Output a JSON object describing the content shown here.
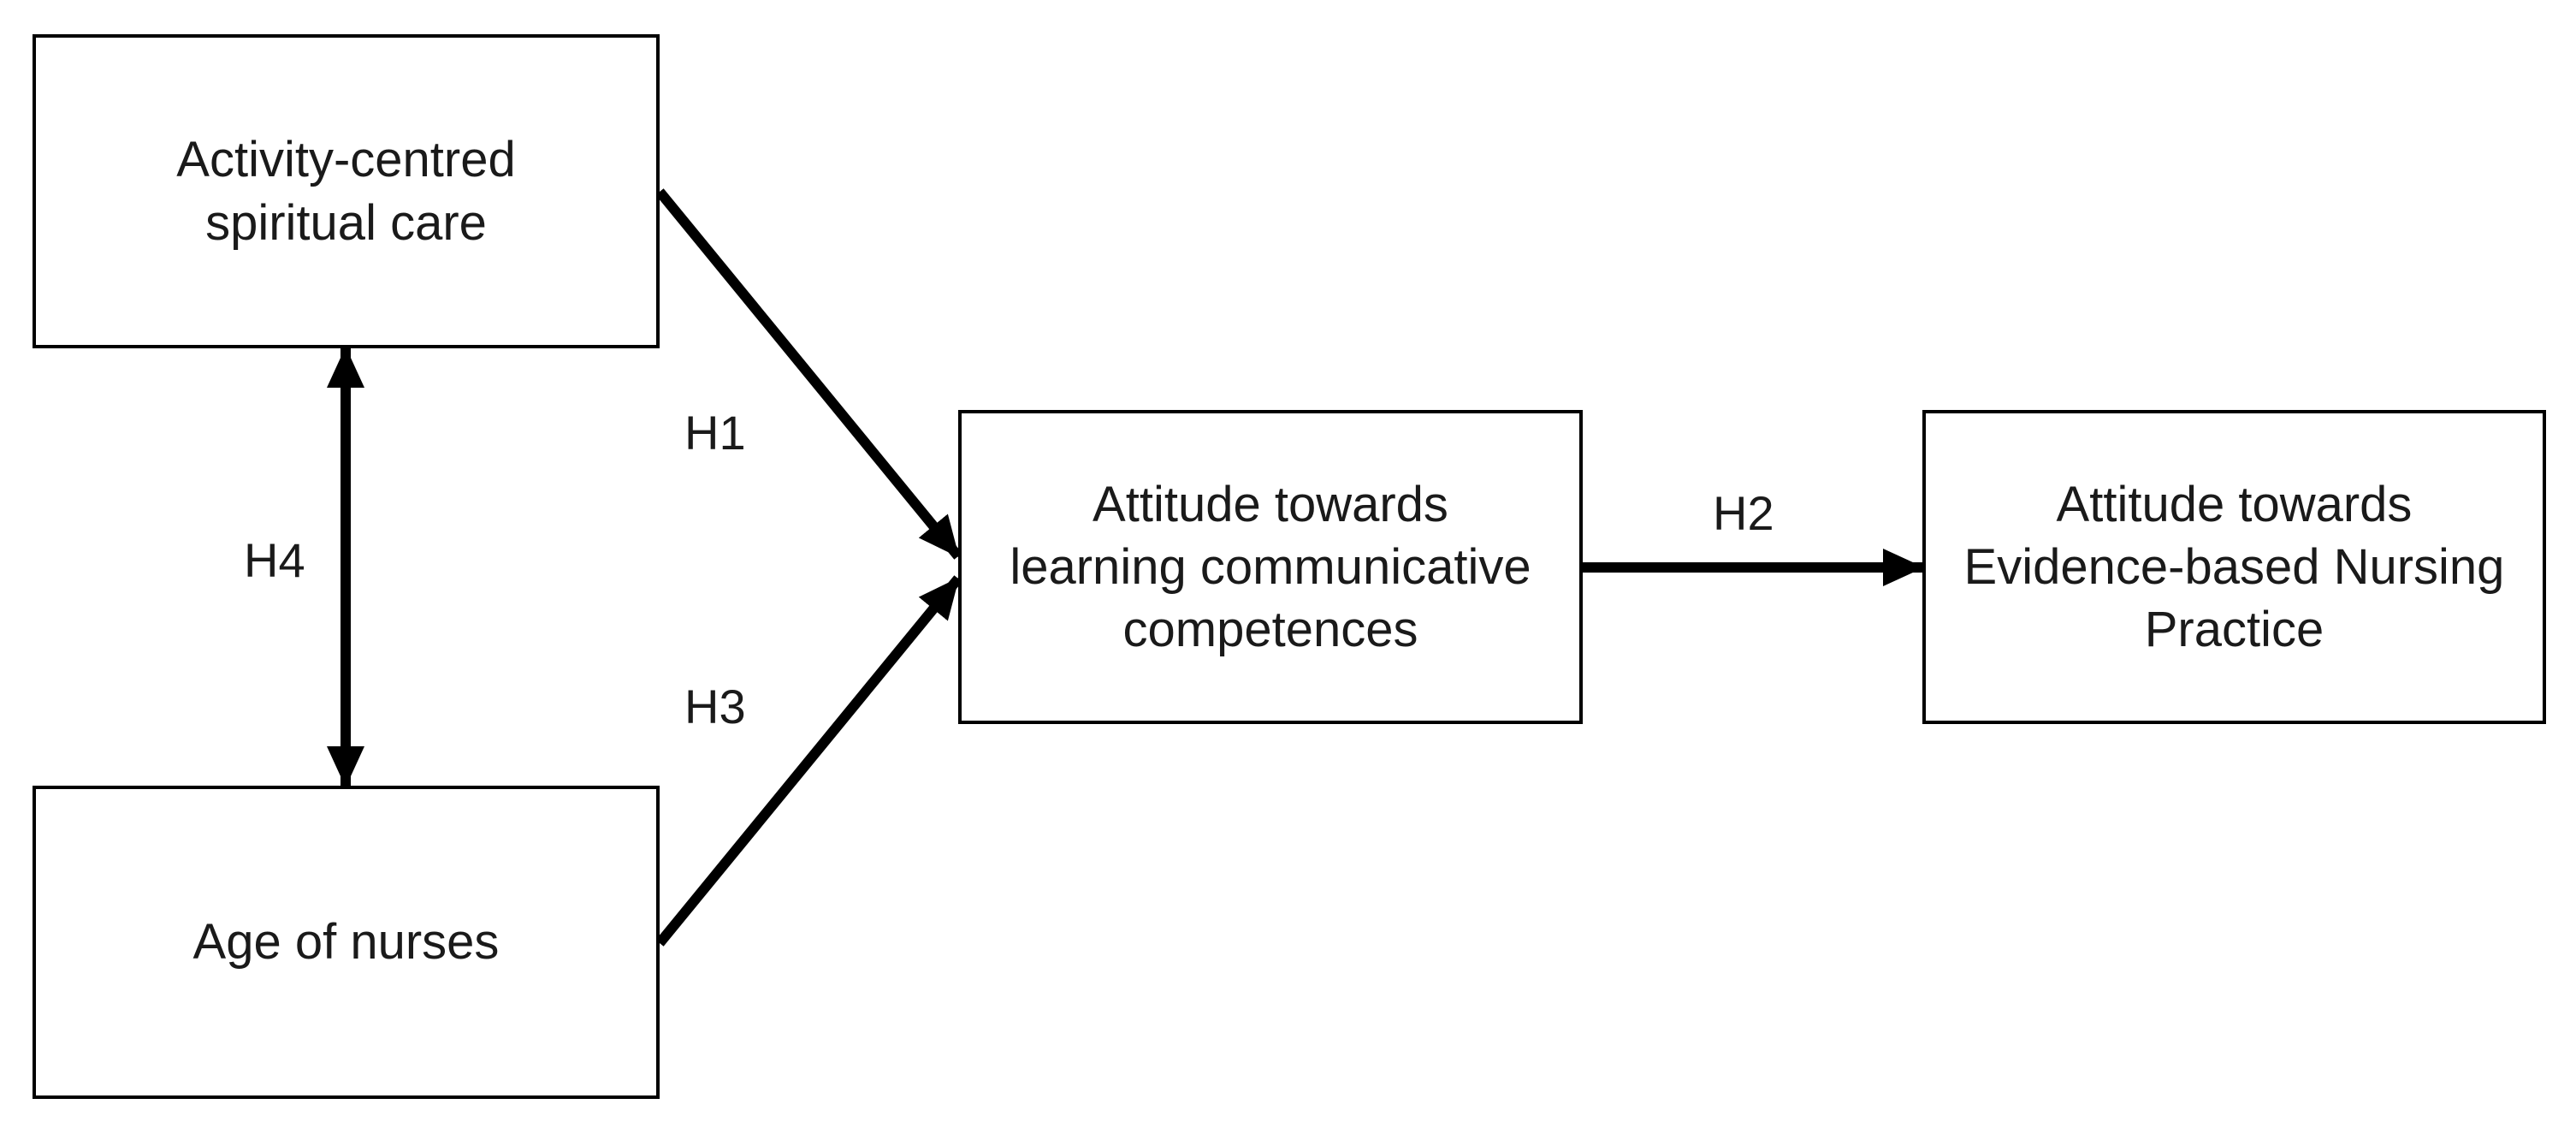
{
  "nodes": {
    "activity_centred": {
      "label": "Activity-centred\nspiritual care"
    },
    "age_of_nurses": {
      "label": "Age of nurses"
    },
    "learning_comm": {
      "label": "Attitude towards\nlearning communicative\ncompetences"
    },
    "ebnp": {
      "label": "Attitude towards\nEvidence-based Nursing\nPractice"
    }
  },
  "edges": {
    "h1": {
      "label": "H1",
      "from": "activity_centred",
      "to": "learning_comm"
    },
    "h2": {
      "label": "H2",
      "from": "learning_comm",
      "to": "ebnp"
    },
    "h3": {
      "label": "H3",
      "from": "age_of_nurses",
      "to": "learning_comm"
    },
    "h4": {
      "label": "H4",
      "from": "activity_centred",
      "to": "age_of_nurses",
      "bidirectional": true
    }
  },
  "colors": {
    "stroke": "#000000",
    "text": "#1a1a1a",
    "background": "#ffffff"
  }
}
